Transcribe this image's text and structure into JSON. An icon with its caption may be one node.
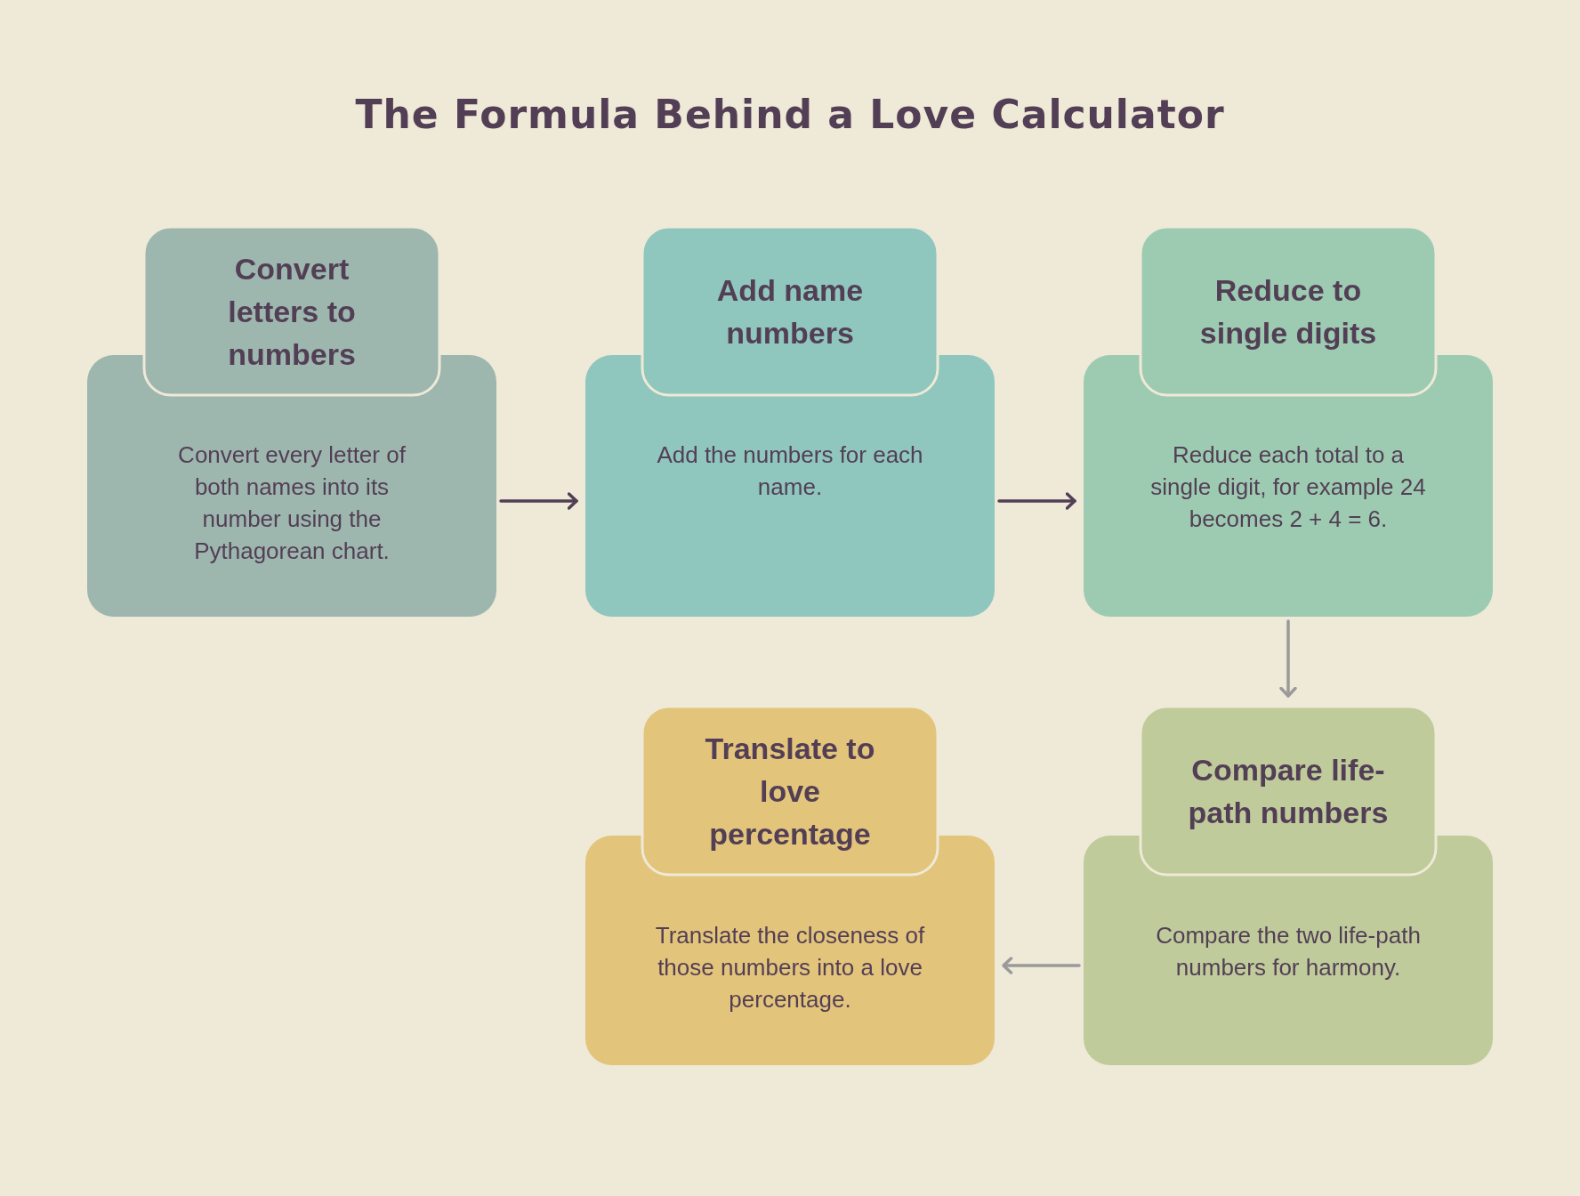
{
  "diagram": {
    "title": "The Formula Behind a Love Calculator",
    "nodes": [
      {
        "text": [
          "Convert letters to numbers",
          "Convert every letter of both names into its number using the Pythagorean chart."
        ]
      },
      {
        "text": [
          "Add name numbers",
          "Add the numbers for each name."
        ]
      },
      {
        "text": [
          "Reduce to single digits",
          "Reduce each total to a single digit, for example 24 becomes 2 + 4 = 6."
        ]
      },
      {
        "text": [
          "Translate to love percentage",
          "Translate the closeness of those numbers into a love percentage."
        ]
      },
      {
        "text": [
          "Compare life-path numbers",
          "Compare the two life-path numbers for harmony."
        ]
      }
    ],
    "edges": [
      {
        "from": 0,
        "to": 1,
        "arrow": "to"
      },
      {
        "from": 1,
        "to": 2,
        "arrow": "to"
      },
      {
        "from": 2,
        "to": 4,
        "arrow": "to",
        "color": "#9b9a9a"
      },
      {
        "from": 4,
        "to": 3,
        "arrow": "to",
        "color": "#9b9a9a"
      }
    ]
  }
}
